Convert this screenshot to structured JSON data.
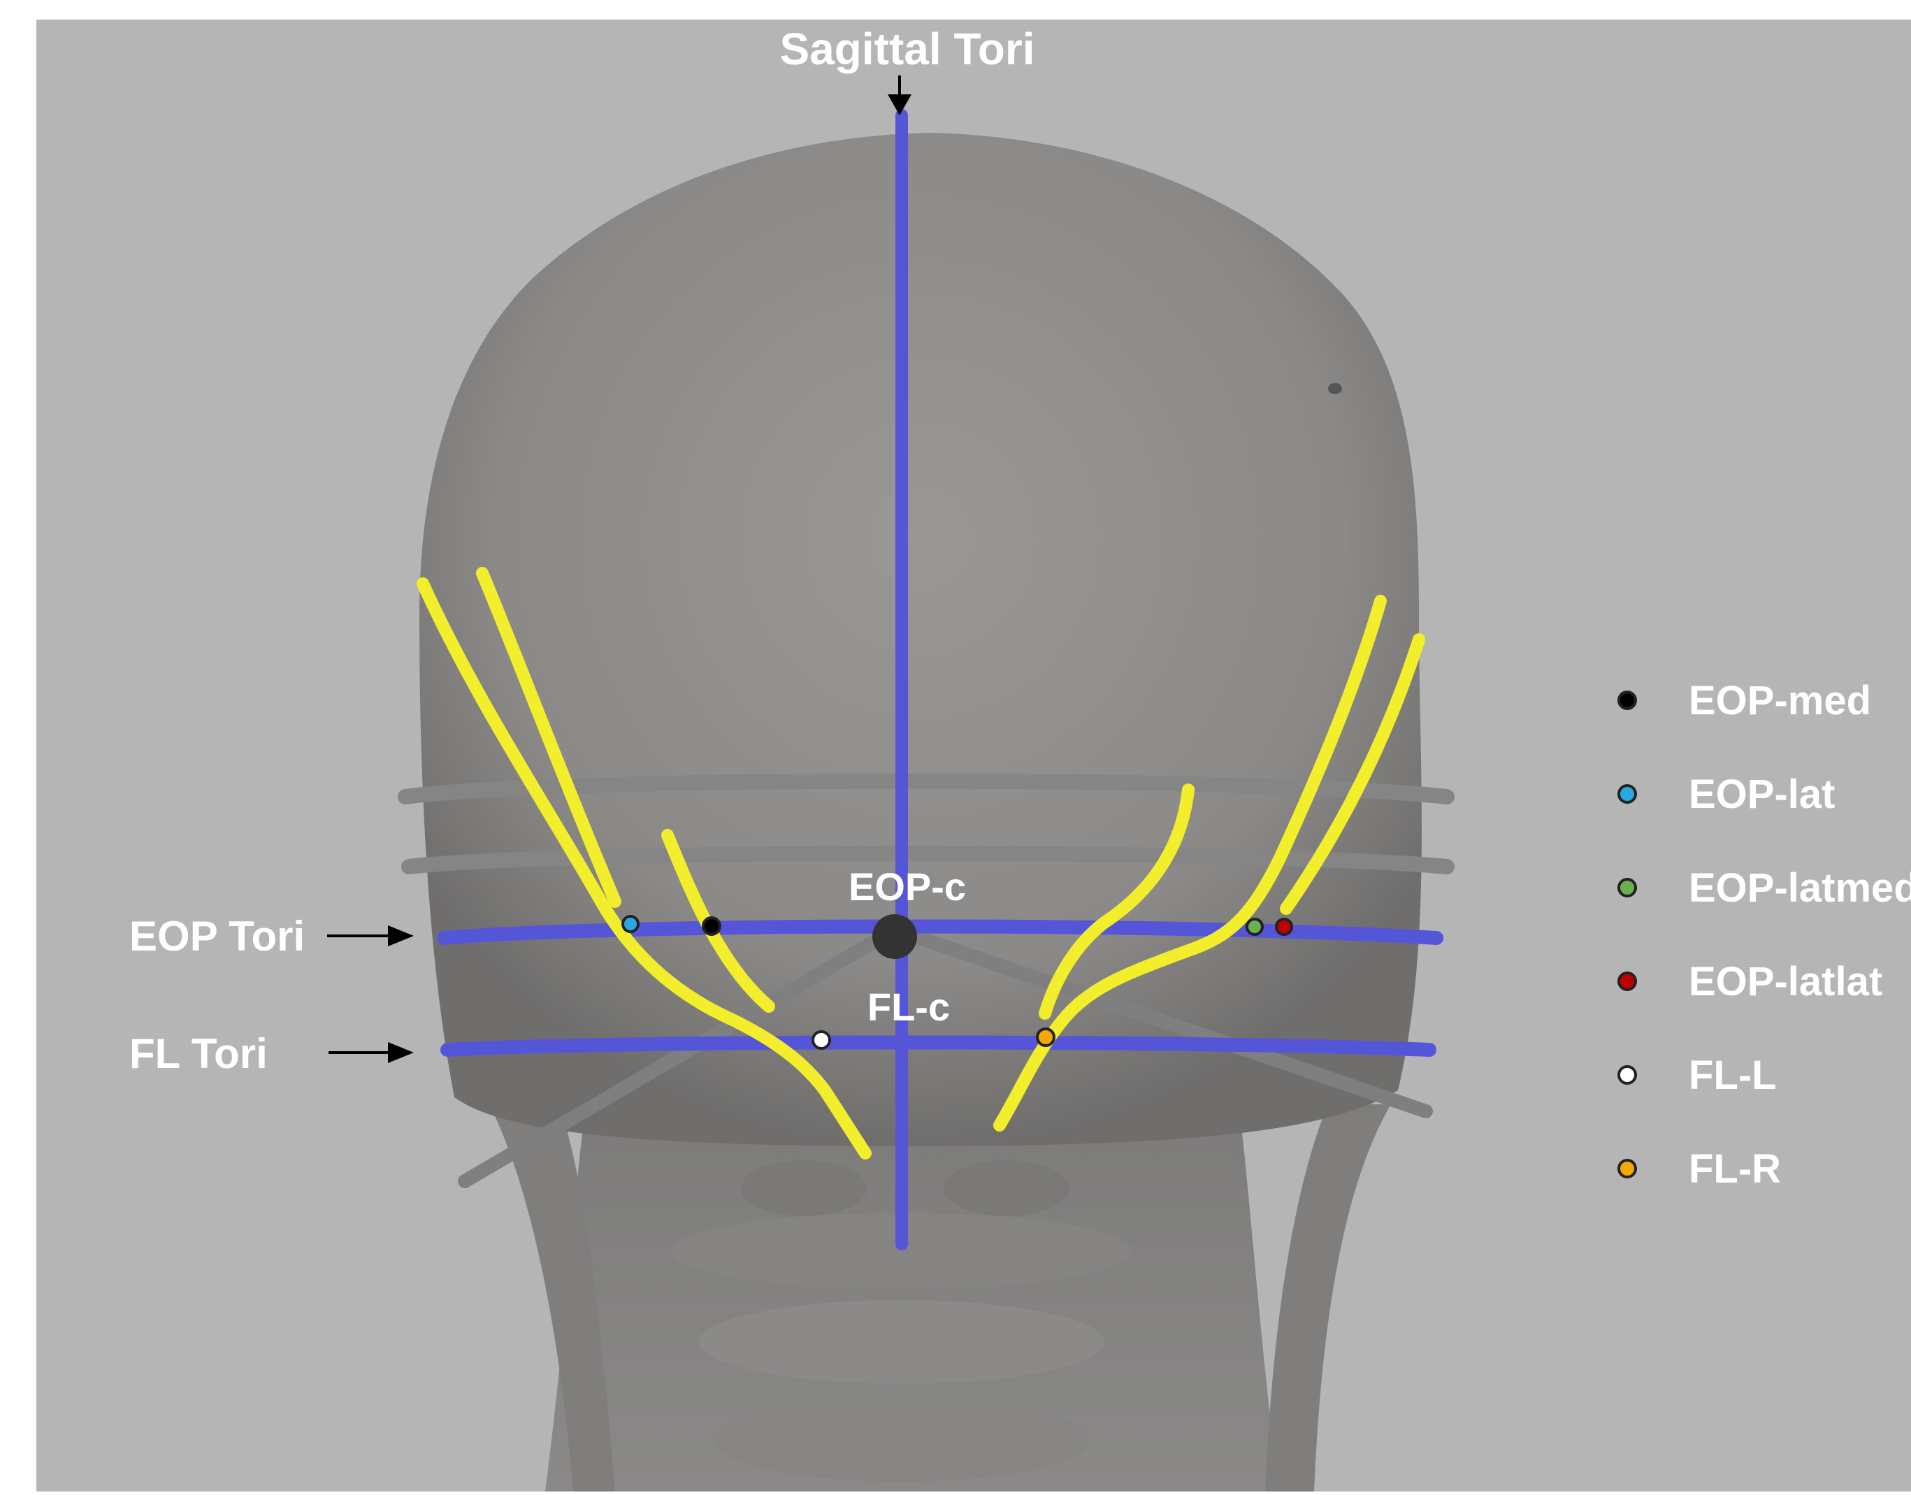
{
  "labels": {
    "sagittal": "Sagittal Tori",
    "eop_tori": "EOP Tori",
    "fl_tori": "FL Tori",
    "eop_c": "EOP-c",
    "fl_c": "FL-c"
  },
  "legend": [
    {
      "label": "EOP-med",
      "color": "#000000"
    },
    {
      "label": "EOP-lat",
      "color": "#29a9e0"
    },
    {
      "label": "EOP-latmed",
      "color": "#6ab04c"
    },
    {
      "label": "EOP-latlat",
      "color": "#c00000"
    },
    {
      "label": "FL-L",
      "color": "#ffffff"
    },
    {
      "label": "FL-R",
      "color": "#f5a800"
    }
  ],
  "colors": {
    "background": "#b4b5b4",
    "skull": "#8e8c8a",
    "tori_blue": "#5555d8",
    "tori_grey": "#8a8a8a",
    "nerve_yellow": "#f2ee2c"
  }
}
